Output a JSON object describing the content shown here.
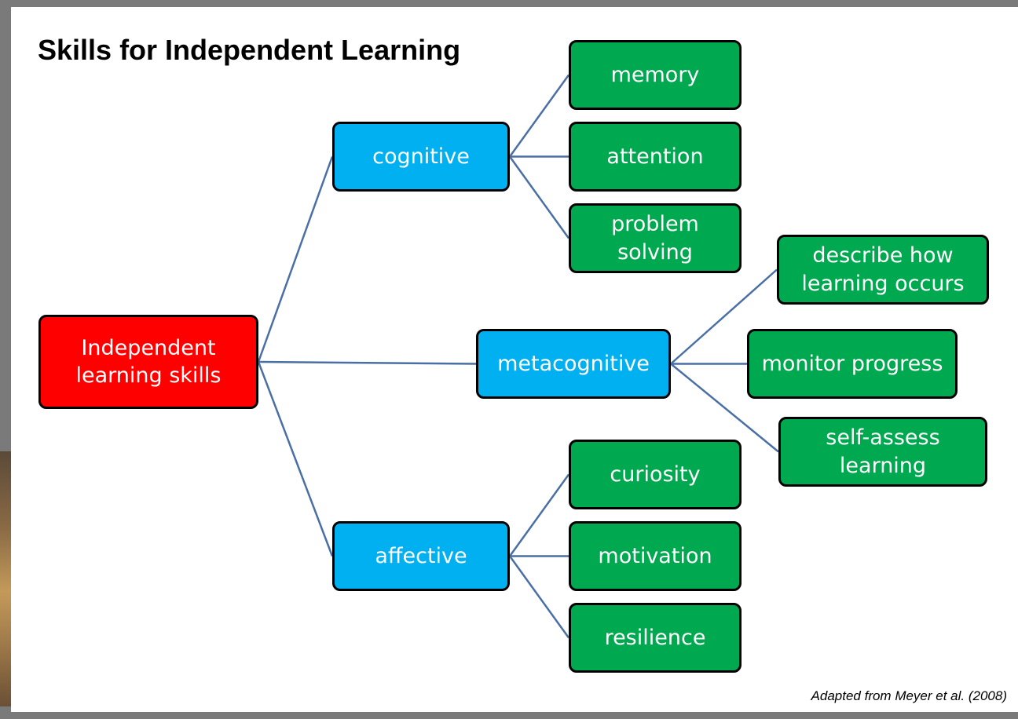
{
  "title": "Skills for Independent Learning",
  "root": {
    "label": "Independent\nlearning skills",
    "color": "#ff0000"
  },
  "categories": [
    {
      "label": "cognitive",
      "color": "#00b0f0",
      "skills": [
        "memory",
        "attention",
        "problem\nsolving"
      ]
    },
    {
      "label": "metacognitive",
      "color": "#00b0f0",
      "skills": [
        "describe how\nlearning occurs",
        "monitor progress",
        "self-assess\nlearning"
      ]
    },
    {
      "label": "affective",
      "color": "#00b0f0",
      "skills": [
        "curiosity",
        "motivation",
        "resilience"
      ]
    }
  ],
  "skill_color": "#00a84f",
  "connector_color": "#4a6fa5",
  "credit": "Adapted from Meyer et al. (2008)"
}
